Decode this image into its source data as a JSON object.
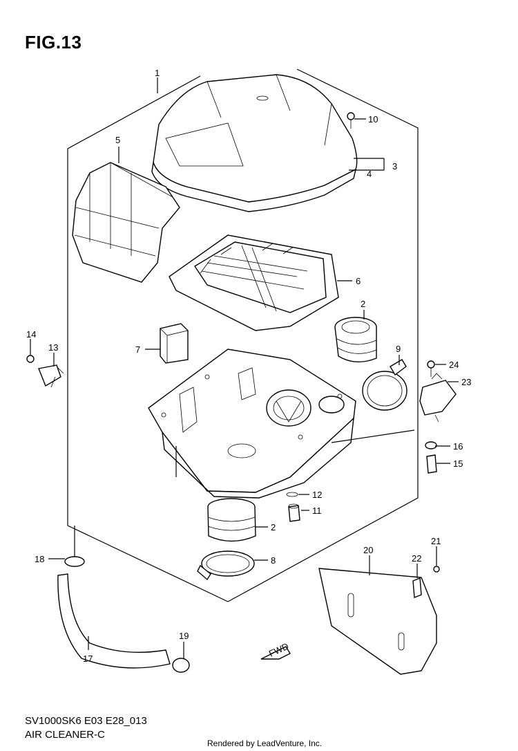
{
  "figure": {
    "title": "FIG.13",
    "model_code": "SV1000SK6 E03 E28_013",
    "assembly_name": "AIR CLEANER-C",
    "credit": "Rendered by LeadVenture, Inc."
  },
  "fwd_label": "FWD",
  "callouts": [
    "1",
    "2",
    "3",
    "4",
    "5",
    "6",
    "7",
    "8",
    "9",
    "10",
    "11",
    "12",
    "13",
    "14",
    "15",
    "16",
    "17",
    "18",
    "19",
    "20",
    "21",
    "22",
    "23",
    "24"
  ],
  "callout_2_lower": "2"
}
